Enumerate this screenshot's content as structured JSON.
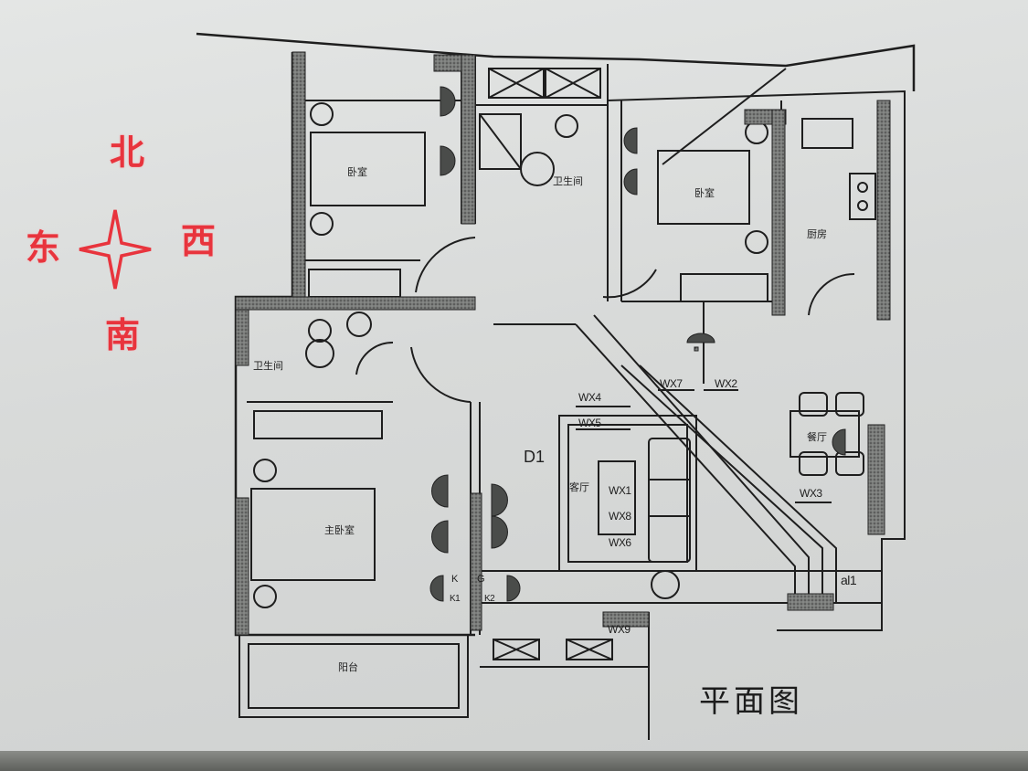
{
  "compass": {
    "north": "北",
    "east": "东",
    "west": "西",
    "south": "南",
    "star_icon": "four-point-star",
    "color": "#e8343d"
  },
  "title": "平面图",
  "rooms": {
    "bedroom_north_east": "卧室",
    "bathroom_north": "卫生间",
    "bedroom_north_west": "卧室",
    "kitchen": "厨房",
    "bathroom_east": "卫生间",
    "master_bedroom": "主卧室",
    "living_room": "客厅",
    "dining_room": "餐厅",
    "balcony": "阳台"
  },
  "tags": {
    "d1": "D1",
    "wx1": "WX1",
    "wx2": "WX2",
    "wx3": "WX3",
    "wx4": "WX4",
    "wx5": "WX5",
    "wx6": "WX6",
    "wx7": "WX7",
    "wx8": "WX8",
    "wx9": "WX9",
    "al1": "al1",
    "k": "K",
    "g": "G",
    "k1": "K1",
    "k2": "K2"
  },
  "colors": {
    "ink": "#1e1e1e",
    "wall_fill": "#6d6f6d",
    "paper": "#dcdedd"
  }
}
